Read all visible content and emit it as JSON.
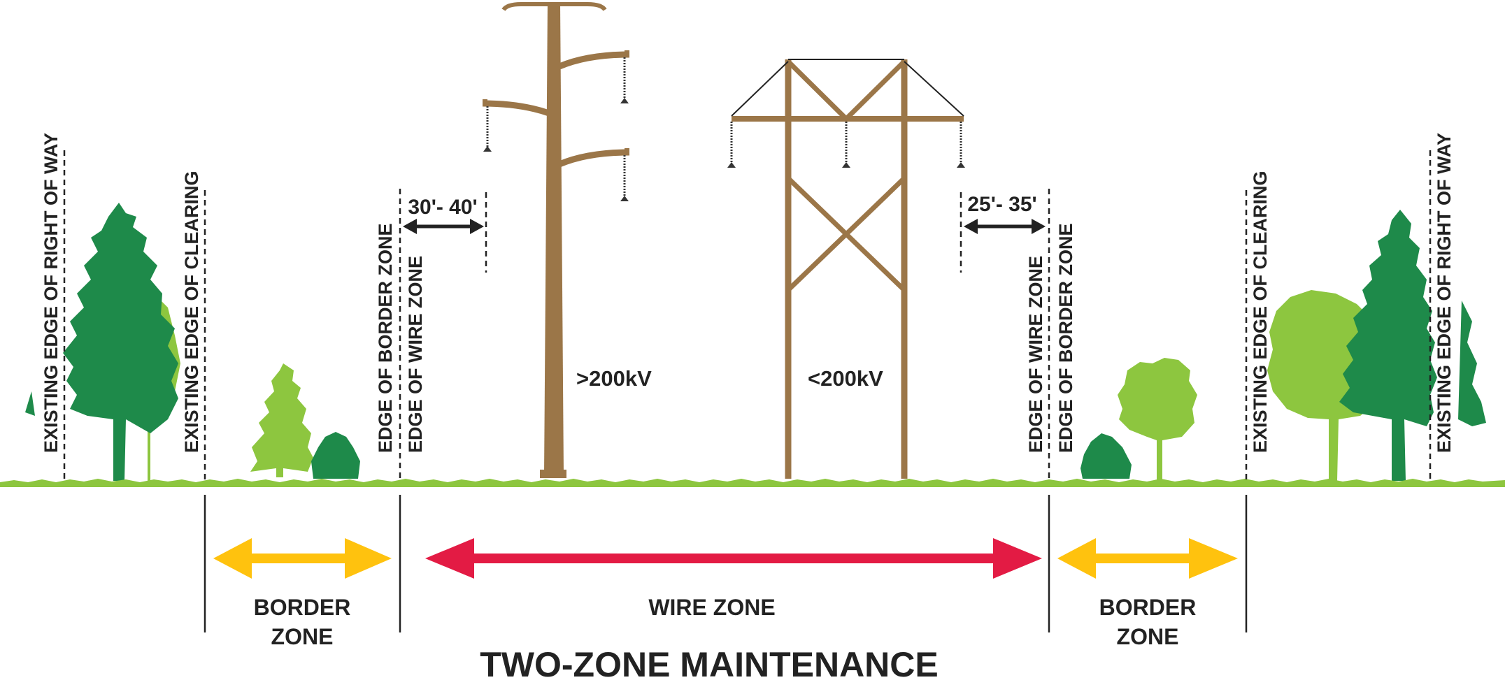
{
  "title": "TWO-ZONE MAINTENANCE",
  "edge_labels": {
    "left_right_of_way": "EXISTING EDGE OF RIGHT OF WAY",
    "left_clearing": "EXISTING EDGE OF CLEARING",
    "left_border_zone": "EDGE OF BORDER ZONE",
    "left_wire_zone": "EDGE OF WIRE ZONE",
    "right_wire_zone": "EDGE OF WIRE ZONE",
    "right_border_zone": "EDGE OF BORDER ZONE",
    "right_clearing": "EXISTING EDGE OF CLEARING",
    "right_right_of_way": "EXISTING EDGE OF RIGHT OF WAY"
  },
  "clearances": {
    "left": "30'- 40'",
    "right": "25'- 35'"
  },
  "towers": {
    "left_voltage": ">200kV",
    "right_voltage": "<200kV"
  },
  "zones": {
    "left_border": [
      "BORDER",
      "ZONE"
    ],
    "wire": "WIRE ZONE",
    "right_border": [
      "BORDER",
      "ZONE"
    ]
  },
  "colors": {
    "ground": "#8dc63f",
    "tower": "#9b7648",
    "wire_zone_arrow": "#e31b44",
    "border_zone_arrow": "#ffc20e",
    "tree_dark": "#1e8a4a",
    "tree_light": "#8dc63f",
    "text": "#222222"
  }
}
